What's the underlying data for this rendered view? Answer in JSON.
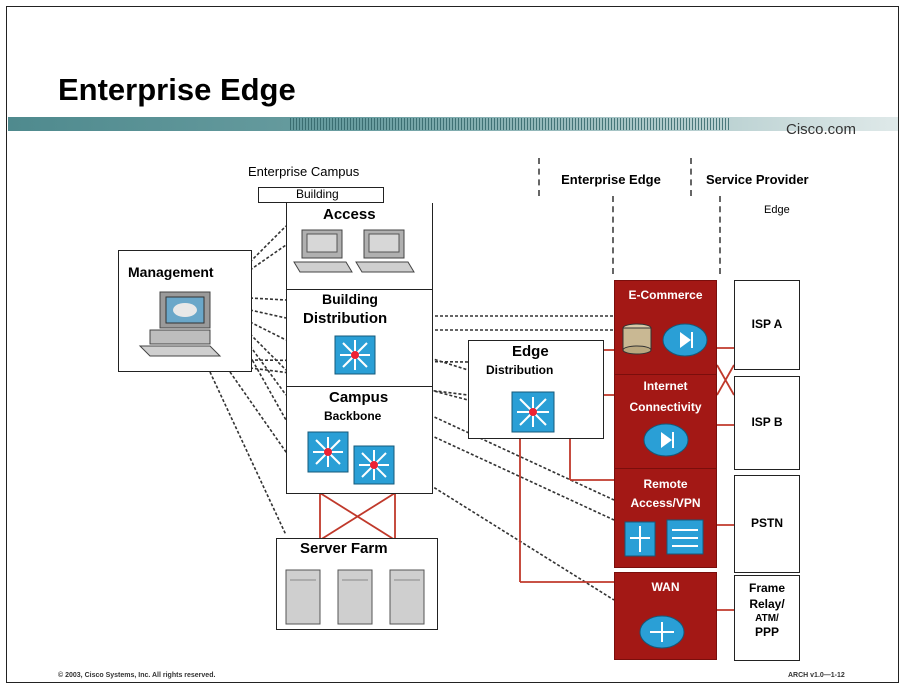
{
  "slide": {
    "title": "Enterprise Edge",
    "brand": "Cisco.com",
    "footer_left": "© 2003, Cisco Systems, Inc. All rights reserved.",
    "footer_right": "ARCH v1.0—1-12"
  },
  "headers": {
    "campus": "Enterprise Campus",
    "building": "Building",
    "enterprise_edge": "Enterprise Edge",
    "service_provider_edge_1": "Service Provider",
    "service_provider_edge_2": "Edge"
  },
  "campus": {
    "management": "Management",
    "access": "Access",
    "building_distribution_1": "Building",
    "building_distribution_2": "Distribution",
    "campus_backbone_1": "Campus",
    "campus_backbone_2": "Backbone",
    "server_farm": "Server Farm",
    "edge_distribution_1": "Edge",
    "edge_distribution_2": "Distribution"
  },
  "edge": {
    "ecommerce": "E-Commerce",
    "internet_1": "Internet",
    "internet_2": "Connectivity",
    "remote_1": "Remote",
    "remote_2": "Access/VPN",
    "wan": "WAN"
  },
  "providers": {
    "isp_a": "ISP A",
    "isp_b": "ISP B",
    "pstn": "PSTN",
    "frame_1": "Frame",
    "frame_2": "Relay/",
    "frame_3": "ATM/",
    "frame_4": "PPP"
  },
  "colors": {
    "module_red": "#a31815",
    "switch_blue": "#2a9fd6",
    "link_red": "#c0392b",
    "header_teal": "#4f8a8e"
  }
}
